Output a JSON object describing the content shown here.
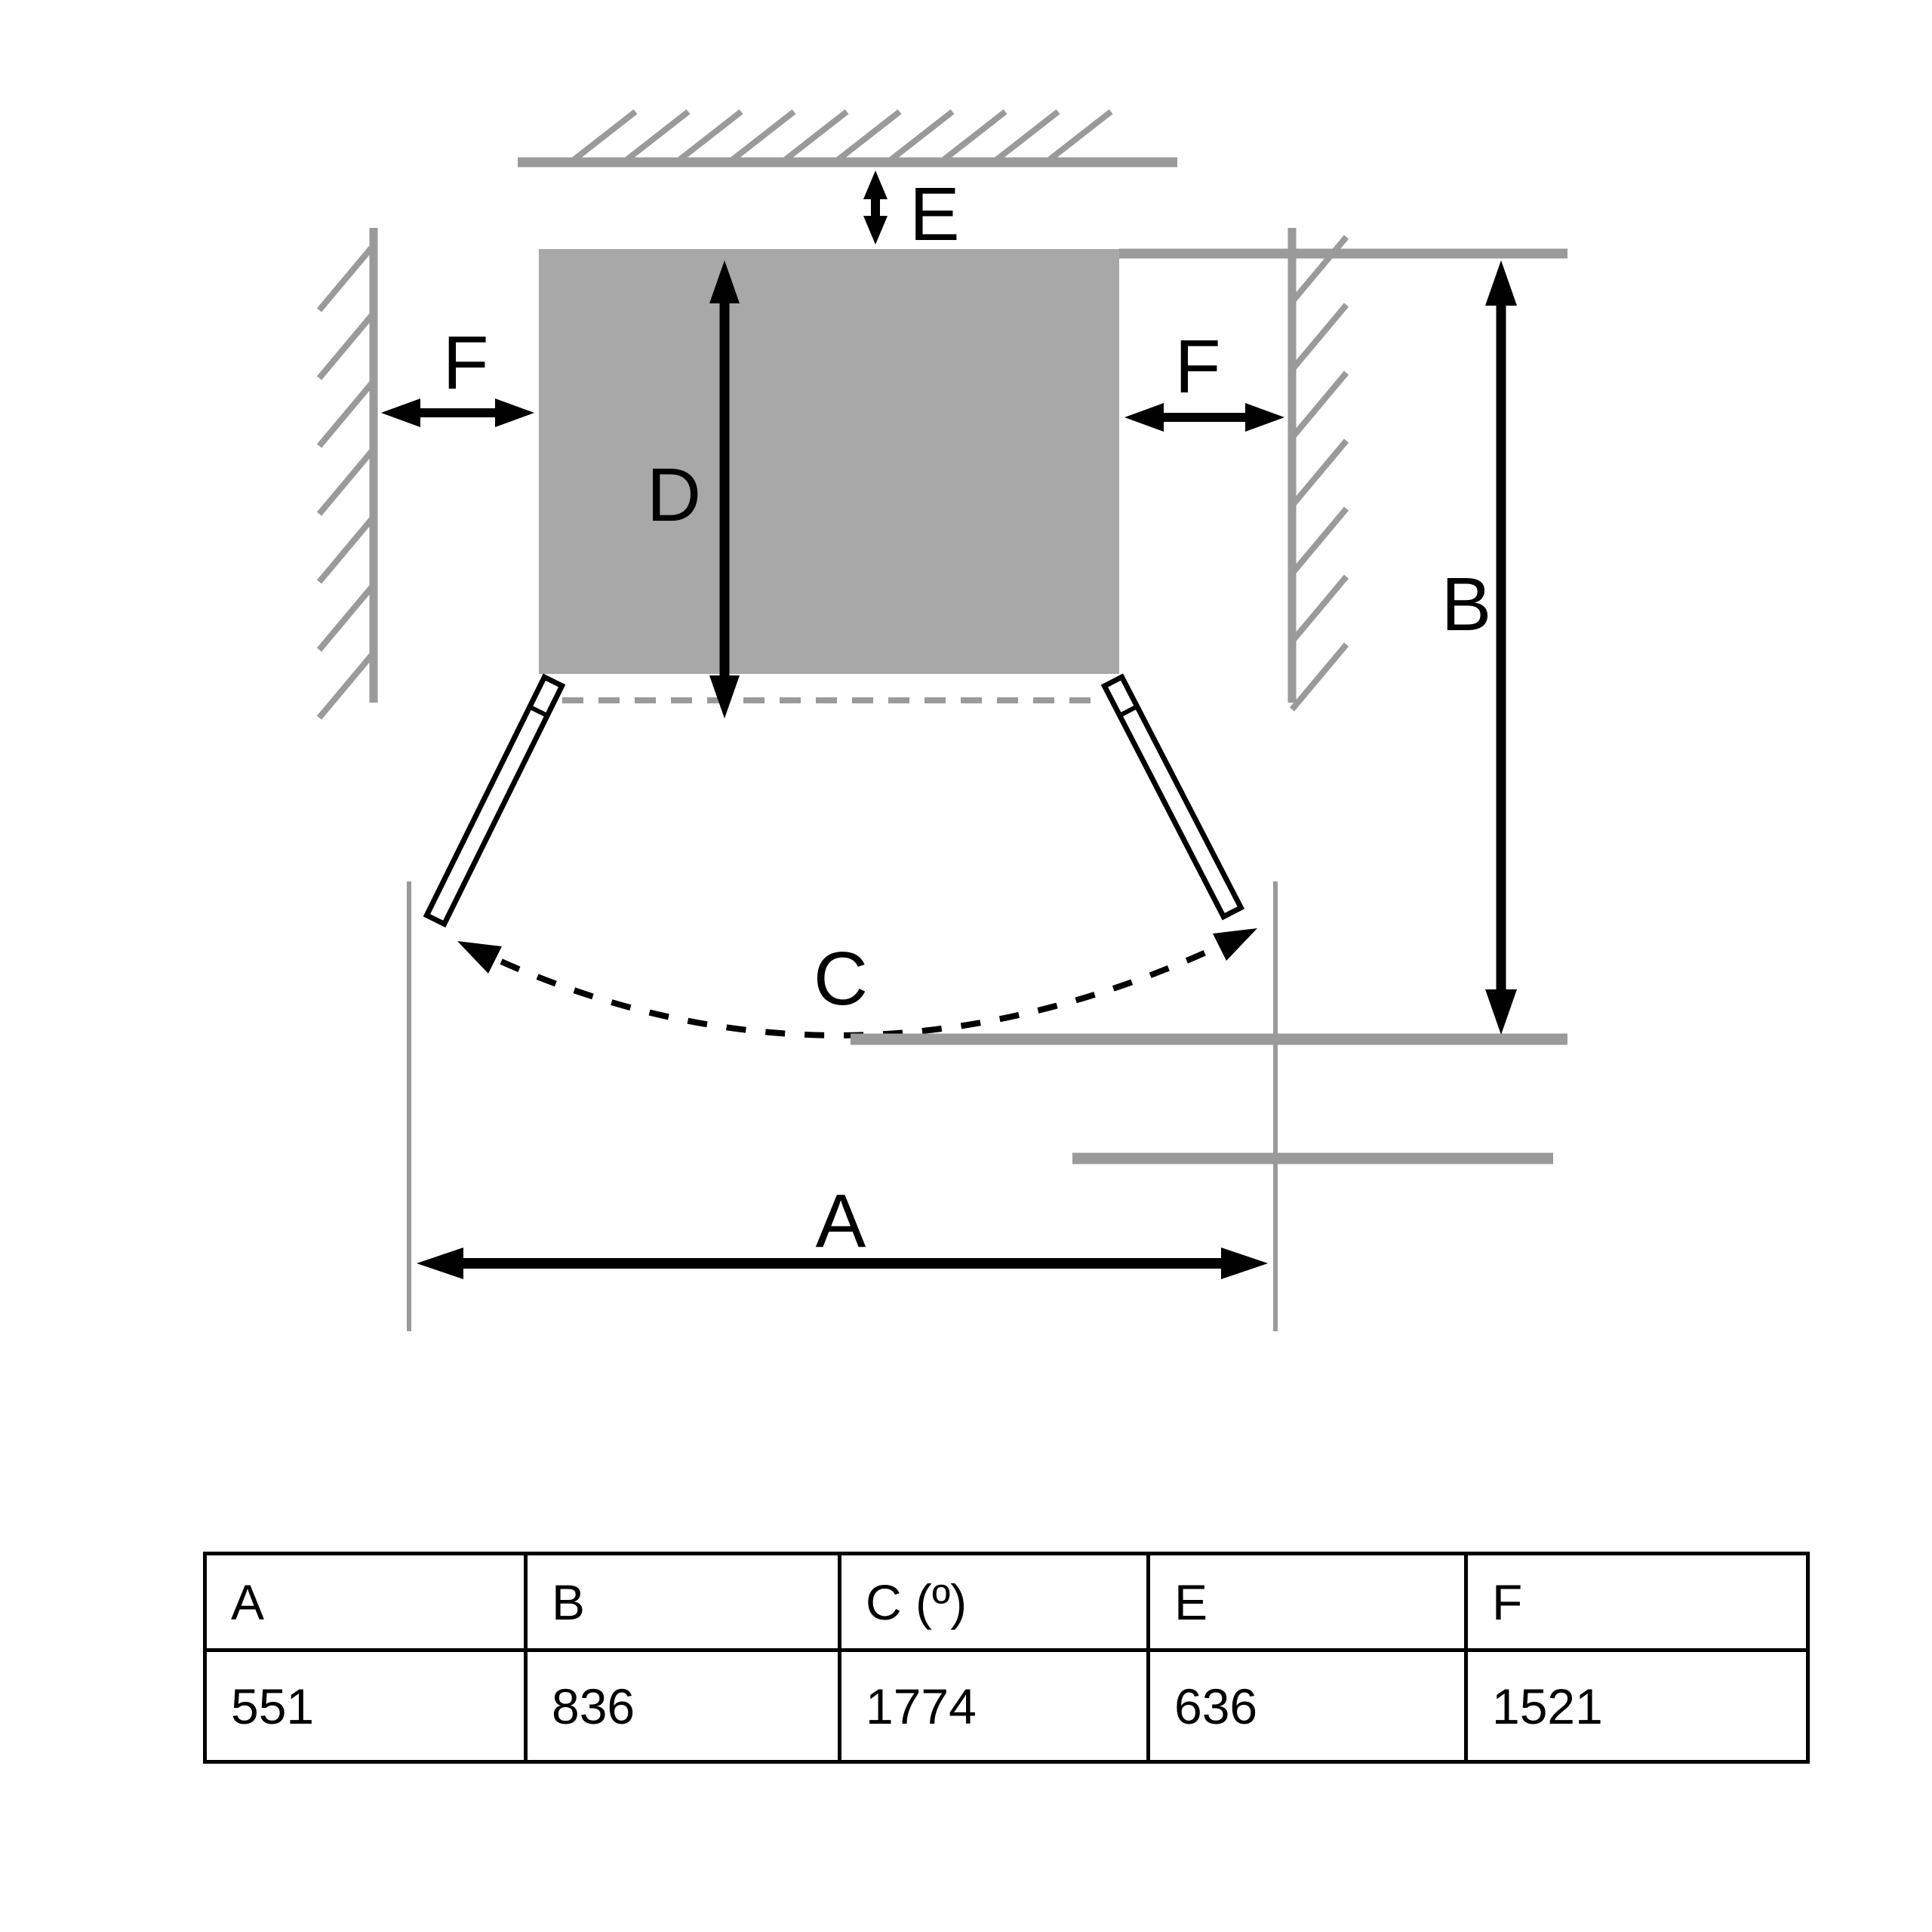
{
  "diagram": {
    "description": "Appliance installation clearance diagram, top view with doors open",
    "labels": {
      "a": "A",
      "b": "B",
      "c": "C",
      "d": "D",
      "e": "E",
      "f_left": "F",
      "f_right": "F"
    },
    "colors": {
      "wall_gray": "#9a9a9a",
      "appliance_gray": "#a8a8a8",
      "dimension_black": "#000000",
      "background": "#ffffff"
    }
  },
  "table": {
    "headers": [
      "A",
      "B",
      "C (º)",
      "E",
      "F"
    ],
    "values": [
      "551",
      "836",
      "1774",
      "636",
      "1521"
    ]
  }
}
